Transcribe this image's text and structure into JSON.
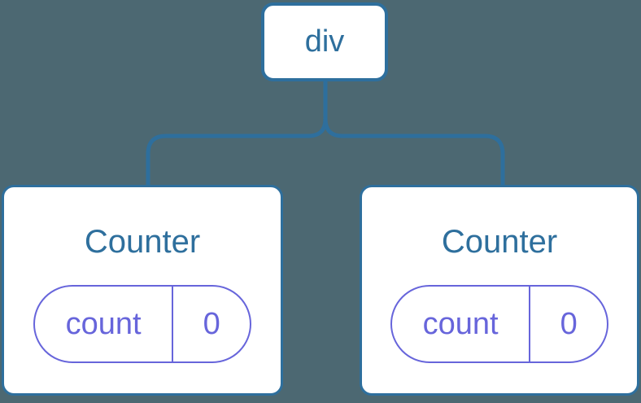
{
  "diagram": {
    "root": {
      "label": "div"
    },
    "children": [
      {
        "title": "Counter",
        "state_key": "count",
        "state_value": "0"
      },
      {
        "title": "Counter",
        "state_key": "count",
        "state_value": "0"
      }
    ],
    "colors": {
      "background": "#4C6872",
      "node_fill": "#FFFFFF",
      "tree_blue": "#2E6F9D",
      "state_purple": "#6765DB"
    }
  }
}
